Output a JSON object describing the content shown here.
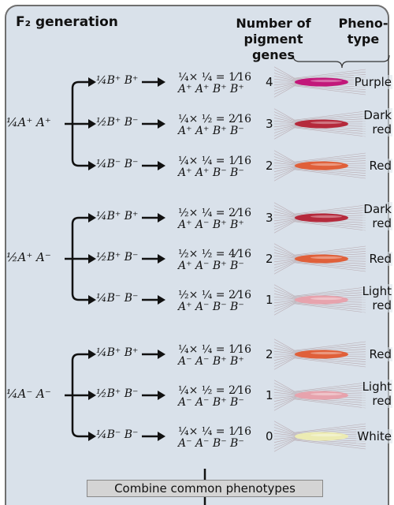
{
  "title": "F₂ generation",
  "headers": {
    "genes": "Number of\npigment genes",
    "phenotype": "Pheno-\ntype"
  },
  "groups": [
    {
      "parent": "¼A⁺ A⁺"
    },
    {
      "parent": "½A⁺ A⁻"
    },
    {
      "parent": "¼A⁻ A⁻"
    }
  ],
  "rows": [
    {
      "branch": "¼B⁺ B⁺",
      "product": "¼× ¼ = 1⁄16",
      "genotype": "A⁺ A⁺ B⁺ B⁺",
      "genes": "4",
      "phenotype": "Purple",
      "color": "#c2187a"
    },
    {
      "branch": "½B⁺ B⁻",
      "product": "¼× ½ = 2⁄16",
      "genotype": "A⁺ A⁺ B⁺ B⁻",
      "genes": "3",
      "phenotype": "Dark\nred",
      "color": "#b52a3c"
    },
    {
      "branch": "¼B⁻ B⁻",
      "product": "¼× ¼ = 1⁄16",
      "genotype": "A⁺ A⁺ B⁻ B⁻",
      "genes": "2",
      "phenotype": "Red",
      "color": "#e0603a"
    },
    {
      "branch": "¼B⁺ B⁺",
      "product": "½× ¼ = 2⁄16",
      "genotype": "A⁺ A⁻ B⁺ B⁺",
      "genes": "3",
      "phenotype": "Dark\nred",
      "color": "#b52a3c"
    },
    {
      "branch": "½B⁺ B⁻",
      "product": "½× ½ = 4⁄16",
      "genotype": "A⁺ A⁻ B⁺ B⁻",
      "genes": "2",
      "phenotype": "Red",
      "color": "#e0603a"
    },
    {
      "branch": "¼B⁻ B⁻",
      "product": "½× ¼ = 2⁄16",
      "genotype": "A⁺ A⁻ B⁻ B⁻",
      "genes": "1",
      "phenotype": "Light\nred",
      "color": "#e7a3ad"
    },
    {
      "branch": "¼B⁺ B⁺",
      "product": "¼× ¼ = 1⁄16",
      "genotype": "A⁻ A⁻ B⁺ B⁺",
      "genes": "2",
      "phenotype": "Red",
      "color": "#e0603a"
    },
    {
      "branch": "½B⁺ B⁻",
      "product": "¼× ½ = 2⁄16",
      "genotype": "A⁻ A⁻ B⁺ B⁻",
      "genes": "1",
      "phenotype": "Light\nred",
      "color": "#e7a3ad"
    },
    {
      "branch": "¼B⁻ B⁻",
      "product": "¼× ¼ = 1⁄16",
      "genotype": "A⁻ A⁻ B⁻ B⁻",
      "genes": "0",
      "phenotype": "White",
      "color": "#ecebb3"
    }
  ],
  "combine_label": "Combine common phenotypes"
}
